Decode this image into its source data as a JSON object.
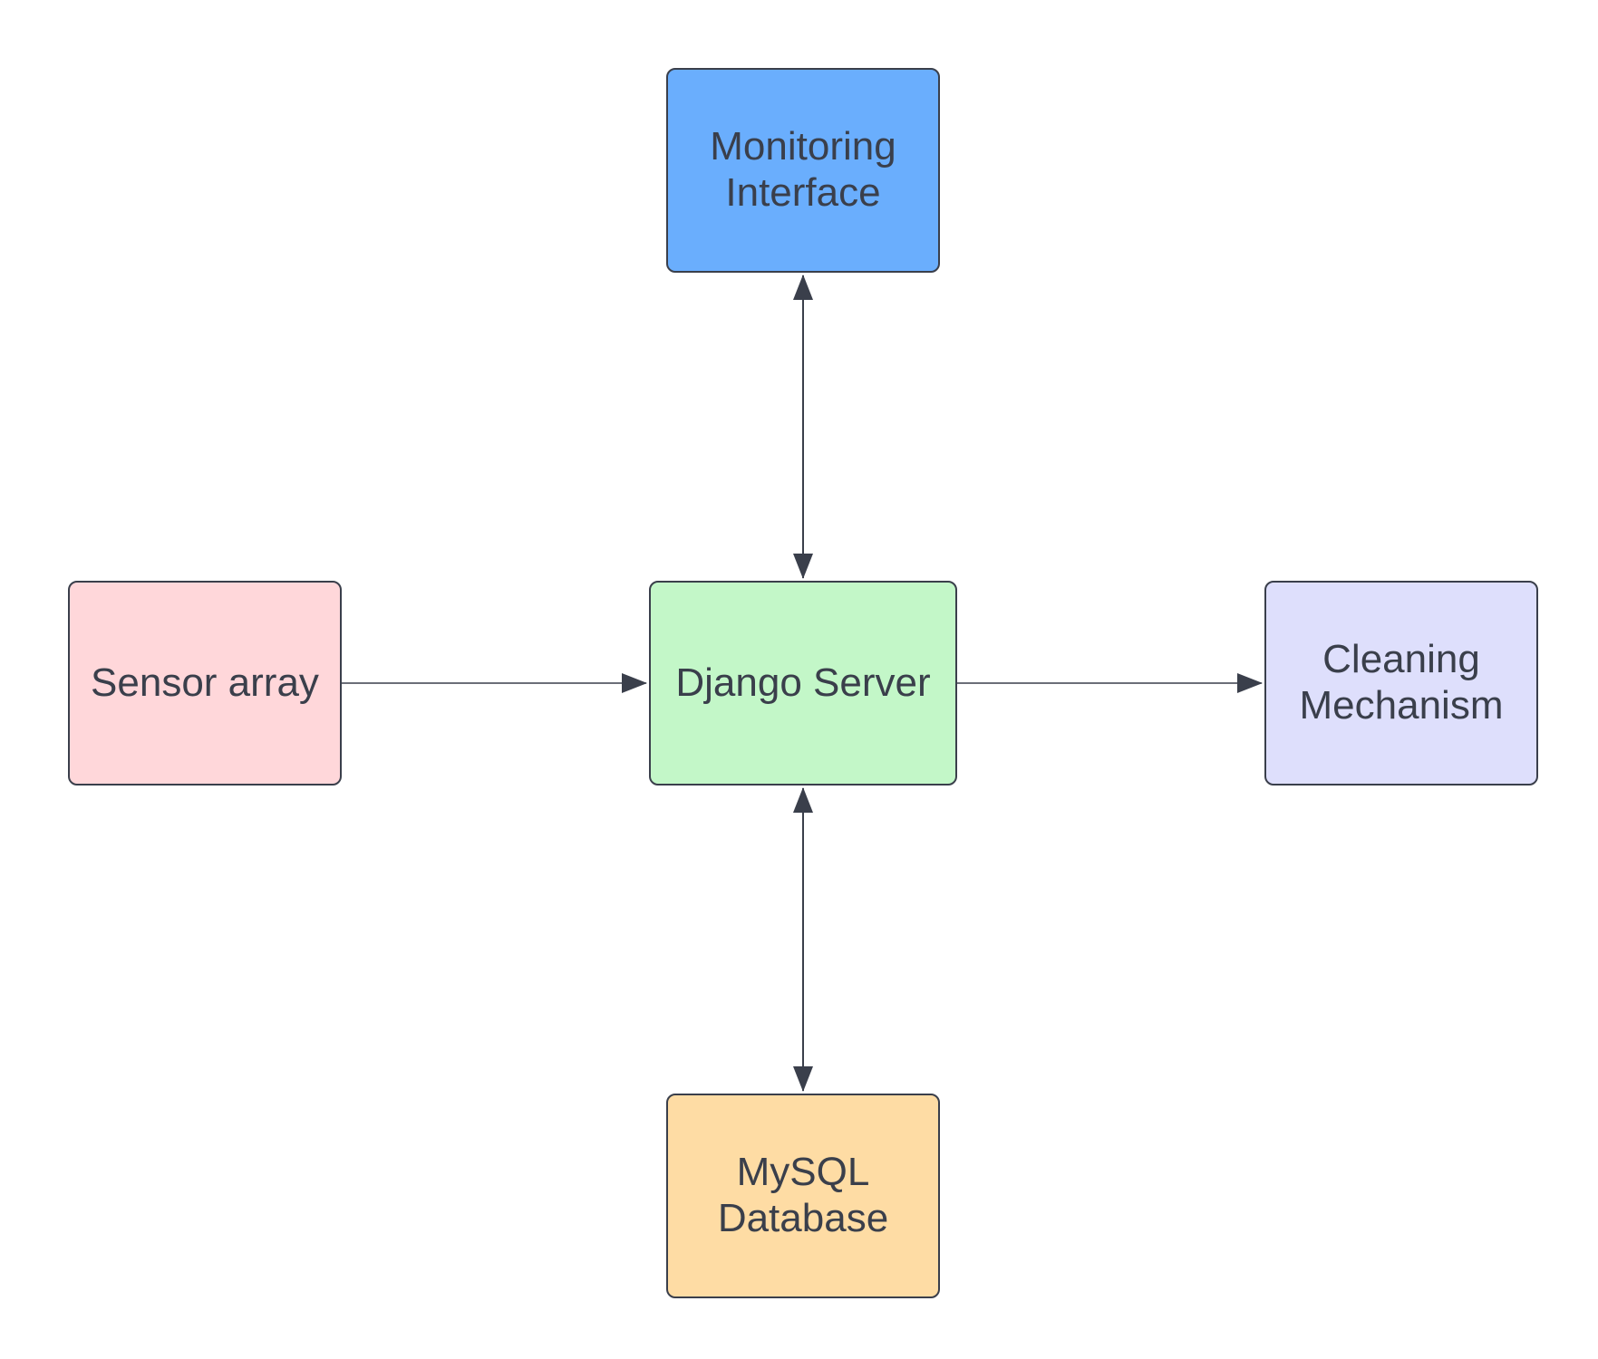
{
  "diagram": {
    "nodes": {
      "monitoring": {
        "label": "Monitoring\nInterface",
        "color": "#6aaefd"
      },
      "django": {
        "label": "Django Server",
        "color": "#c3f7c8"
      },
      "sensor": {
        "label": "Sensor array",
        "color": "#ffd7da"
      },
      "cleaning": {
        "label": "Cleaning\nMechanism",
        "color": "#dedffc"
      },
      "mysql": {
        "label": "MySQL\nDatabase",
        "color": "#fedca4"
      }
    },
    "edges": [
      {
        "from": "sensor",
        "to": "django",
        "direction": "one-way"
      },
      {
        "from": "django",
        "to": "cleaning",
        "direction": "one-way"
      },
      {
        "from": "django",
        "to": "monitoring",
        "direction": "two-way"
      },
      {
        "from": "django",
        "to": "mysql",
        "direction": "two-way"
      }
    ],
    "colors": {
      "border": "#3a3f4b",
      "edge": "#3a3f4b",
      "text": "#3a3f4b"
    }
  }
}
